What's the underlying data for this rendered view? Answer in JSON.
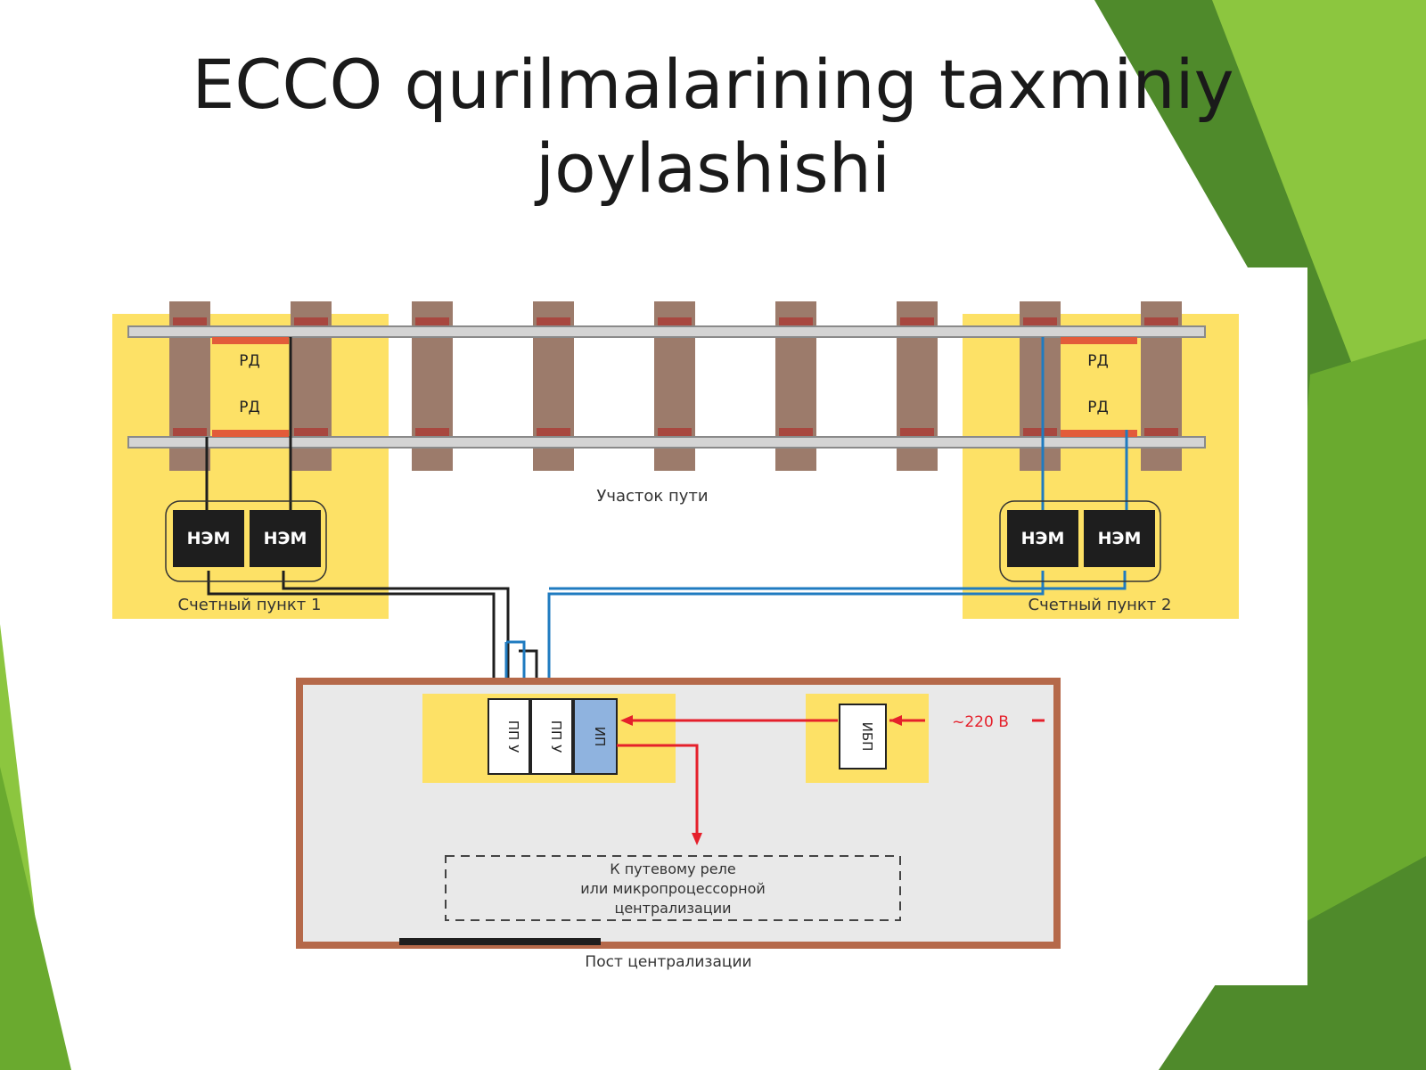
{
  "slide": {
    "title_line1": "ECCO  qurilmalarining taxminiy",
    "title_line2": "joylashishi"
  },
  "diagram": {
    "rail_sensor_label": "РД",
    "track_section_label": "Участок пути",
    "electronic_unit_label": "НЭМ",
    "counting_point_1_label": "Счетный пункт 1",
    "counting_point_2_label": "Счетный пункт 2",
    "processing_unit_label": "ПП У",
    "power_unit_label": "ИП",
    "ups_label": "ИБП",
    "mains_label": "~220 В",
    "relay_box_text": [
      "К путевому реле",
      "или микропроцессорной",
      "централизации"
    ],
    "post_label": "Пост централизации"
  },
  "colors": {
    "green_dark": "#4f8a2b",
    "green_mid": "#6aaa2f",
    "green_light": "#8cc63f",
    "yellow_zone": "#fde166",
    "sleeper": "#9c7b6b",
    "rail": "#c9c9c9",
    "unit": "#1e1e1e",
    "wire_blue": "#1f7bc0",
    "wire_red": "#e5202b",
    "power_blue": "#8fb3df",
    "post_border": "#b5694a",
    "post_fill": "#e9e9e9"
  }
}
